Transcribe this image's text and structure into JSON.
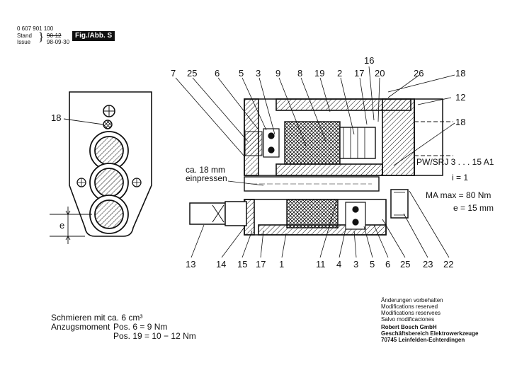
{
  "header": {
    "doc_number": "0 607 901 100",
    "stand_label": "Stand",
    "stand_value": "90-12",
    "issue_label": "Issue",
    "issue_value": "98-09-30",
    "fig_label": "Fig./Abb. S"
  },
  "side_view": {
    "callouts": {
      "c18": "18",
      "e": "e"
    }
  },
  "main_view": {
    "callouts": {
      "t7": "7",
      "t25": "25",
      "t6": "6",
      "t5": "5",
      "t3": "3",
      "t9": "9",
      "t8": "8",
      "t19": "19",
      "t2": "2",
      "t17": "17",
      "t16": "16",
      "t20": "20",
      "t26": "26",
      "t18a": "18",
      "t12": "12",
      "t18b": "18",
      "b13": "13",
      "b14": "14",
      "b15": "15",
      "b17": "17",
      "b1": "1",
      "b11": "11",
      "b4": "4",
      "b3": "3",
      "b5": "5",
      "b6": "6",
      "b25": "25",
      "b23": "23",
      "b22": "22"
    },
    "press_note_line1": "ca. 18 mm",
    "press_note_line2": "einpressen",
    "spec_model": "PW/SRJ 3 . . . 15 A1",
    "spec_ratio": "i = 1",
    "spec_torque": "MA max = 80 Nm",
    "spec_e": "e = 15 mm"
  },
  "notes": {
    "lubrication": "Schmieren mit ca. 6 cm³",
    "torque_label": "Anzugsmoment",
    "torque_pos6": "Pos.   6 = 9 Nm",
    "torque_pos19": "Pos. 19 = 10 − 12 Nm"
  },
  "footer": {
    "modifications": [
      "Änderungen vorbehalten",
      "Modifications reserved",
      "Modifications reservees",
      "Salvo modificaciones"
    ],
    "company": "Robert Bosch GmbH",
    "division": "Geschäftsbereich Elektrowerkzeuge",
    "address": "70745 Leinfelden-Echterdingen"
  }
}
